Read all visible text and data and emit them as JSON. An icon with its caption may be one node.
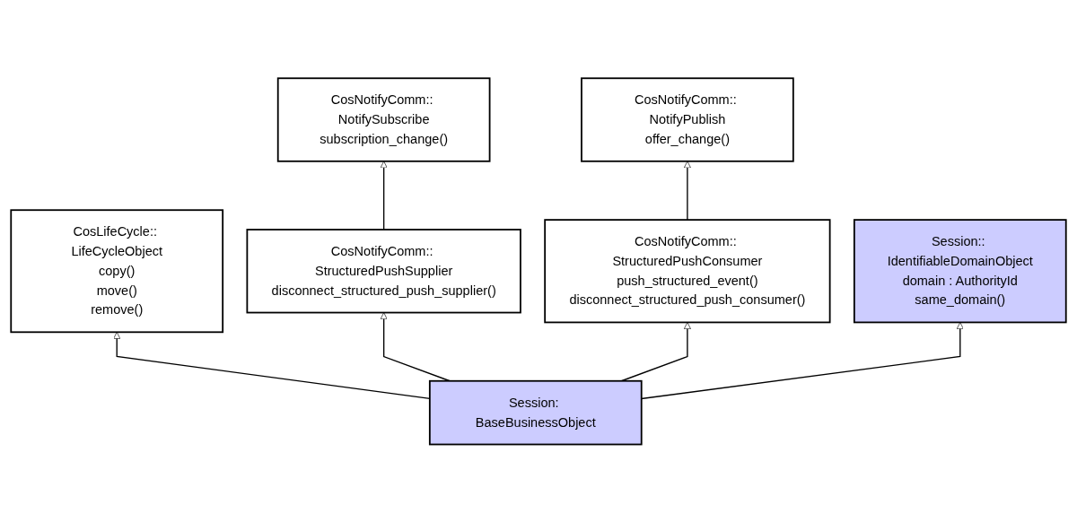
{
  "diagram": {
    "nodes": [
      {
        "text": [
          "CosNotifyComm:: NotifySubscribe",
          "subscription_change()"
        ]
      },
      {
        "text": [
          "CosNotifyComm:: NotifyPublish",
          "offer_change()"
        ]
      },
      {
        "text": [
          "CosLifeCycle:: LifeCycleObject",
          "copy()",
          "move()",
          "remove()"
        ]
      },
      {
        "text": [
          "CosNotifyComm:: StructuredPushSupplier",
          "disconnect_structured_push_supplier()"
        ]
      },
      {
        "text": [
          "CosNotifyComm:: StructuredPushConsumer",
          "push_structured_event()",
          "disconnect_structured_push_consumer()"
        ]
      },
      {
        "text": [
          "Session:: IdentifiableDomainObject",
          "domain : AuthorityId",
          "same_domain()"
        ]
      },
      {
        "text": [
          "Session: BaseBusinessObject"
        ]
      }
    ],
    "edges": [
      {
        "from": 3,
        "to": 0,
        "arrow": "to"
      },
      {
        "from": 4,
        "to": 1,
        "arrow": "to"
      },
      {
        "from": 6,
        "to": 2,
        "arrow": "to"
      },
      {
        "from": 6,
        "to": 3,
        "arrow": "to"
      },
      {
        "from": 6,
        "to": 4,
        "arrow": "to"
      },
      {
        "from": 6,
        "to": 5,
        "arrow": "to"
      }
    ]
  }
}
